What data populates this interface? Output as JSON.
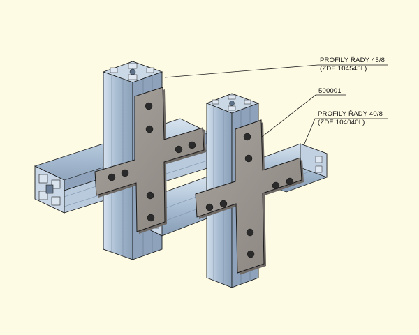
{
  "callouts": {
    "profile_45": {
      "line1": "PROFILY ŘADY 45/8",
      "line2": "(ZDE 104545L)"
    },
    "plate": {
      "line1": "500001"
    },
    "profile_40": {
      "line1": "PROFILY ŘADY 40/8",
      "line2": "(ZDE 104040L)"
    }
  },
  "colors": {
    "background": "#fefbe5",
    "profile_light": "#c3d3e4",
    "profile_mid": "#9fb4cb",
    "profile_dark": "#7f95ad",
    "plate_face": "#9a9490",
    "plate_edge": "#6f6a66",
    "bolt": "#2b2b2b",
    "outline": "#1a1a1a"
  },
  "icons": [
    "cross-plate-icon",
    "aluminium-profile-icon"
  ]
}
